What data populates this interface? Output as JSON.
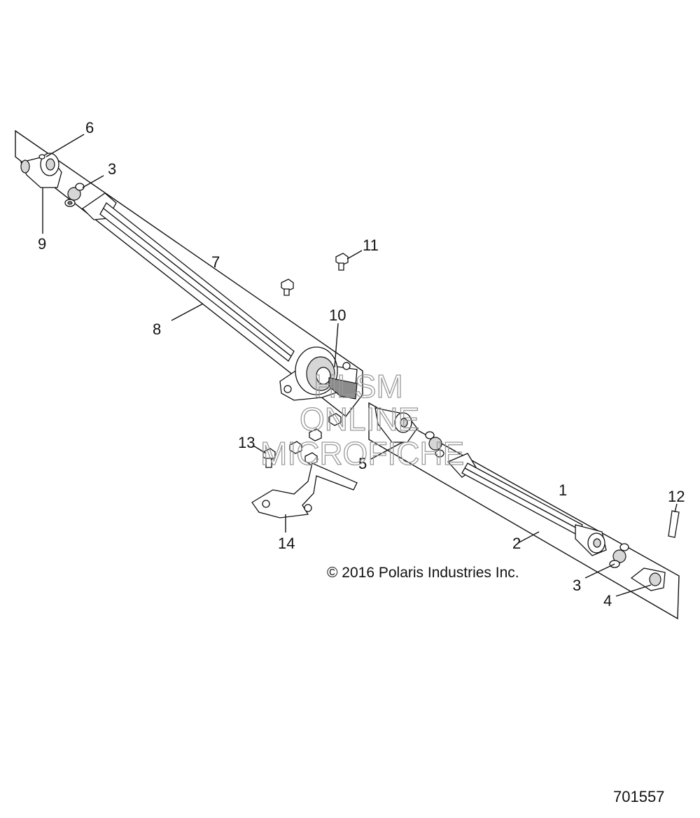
{
  "diagram": {
    "callouts": {
      "c1": "1",
      "c2": "2",
      "c3a": "3",
      "c3b": "3",
      "c4": "4",
      "c5": "5",
      "c6": "6",
      "c7": "7",
      "c8": "8",
      "c9": "9",
      "c10": "10",
      "c11": "11",
      "c12": "12",
      "c13": "13",
      "c14": "14"
    },
    "copyright": "© 2016 Polaris Industries Inc.",
    "figure_id": "701557",
    "watermark": {
      "line1": "HLSM",
      "line2": "ONLINE",
      "line3": "MICROFICHE"
    }
  }
}
